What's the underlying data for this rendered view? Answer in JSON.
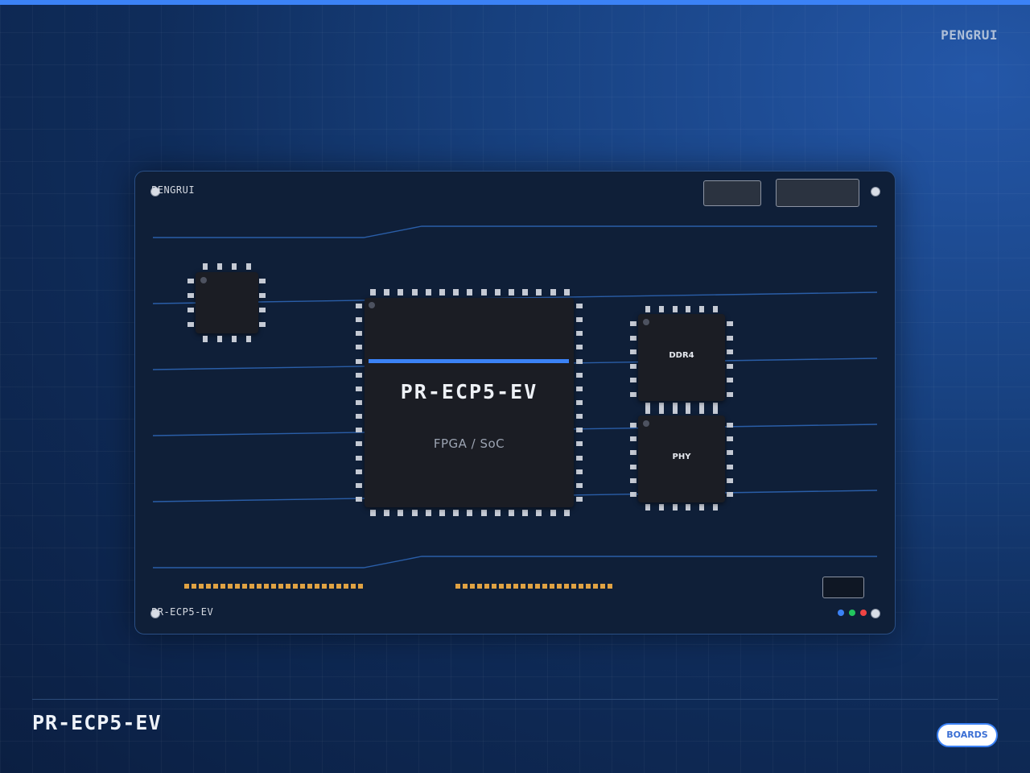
{
  "brand": {
    "name": "PENGRUI"
  },
  "board": {
    "silk_top_left": "PENGRUI",
    "silk_bottom_left": "PR-ECP5-EV",
    "main_chip": {
      "name": "PR-ECP5-EV",
      "sub": "FPGA / SoC"
    },
    "chips": [
      {
        "label": "DDR4"
      },
      {
        "label": "PHY"
      }
    ],
    "led_colors": [
      "#3b82f6",
      "#22c55e",
      "#ef4444"
    ],
    "accent_color": "#3b82f6",
    "header_color": "#e0a243"
  },
  "footer": {
    "title": "PR-ECP5-EV",
    "badge": "BOARDS"
  }
}
